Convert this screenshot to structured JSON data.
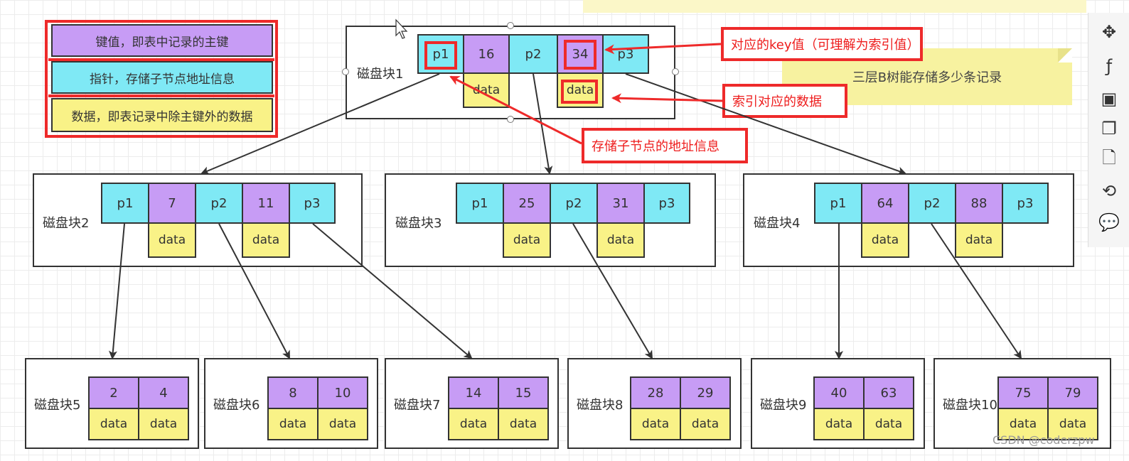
{
  "legend": [
    {
      "text": "键值，即表中记录的主键",
      "color": "#c79cf5"
    },
    {
      "text": "指针，存储子节点地址信息",
      "color": "#7fe9f5"
    },
    {
      "text": "数据，即表记录中除主键外的数据",
      "color": "#f9f287"
    }
  ],
  "note": "三层B树能存储多少条记录",
  "annotations": {
    "key": "对应的key值（可理解为索引值）",
    "data": "索引对应的数据",
    "pointer": "存储子节点的地址信息"
  },
  "root": {
    "label": "磁盘块1",
    "cells": [
      "p1",
      "16",
      "p2",
      "34",
      "p3"
    ],
    "data": [
      "data",
      "data"
    ]
  },
  "level2": [
    {
      "label": "磁盘块2",
      "cells": [
        "p1",
        "7",
        "p2",
        "11",
        "p3"
      ],
      "data": [
        "data",
        "data"
      ]
    },
    {
      "label": "磁盘块3",
      "cells": [
        "p1",
        "25",
        "p2",
        "31",
        "p3"
      ],
      "data": [
        "data",
        "data"
      ]
    },
    {
      "label": "磁盘块4",
      "cells": [
        "p1",
        "64",
        "p2",
        "88",
        "p3"
      ],
      "data": [
        "data",
        "data"
      ]
    }
  ],
  "leaves": [
    {
      "label": "磁盘块5",
      "keys": [
        "2",
        "4"
      ],
      "data": [
        "data",
        "data"
      ]
    },
    {
      "label": "磁盘块6",
      "keys": [
        "8",
        "10"
      ],
      "data": [
        "data",
        "data"
      ]
    },
    {
      "label": "磁盘块7",
      "keys": [
        "14",
        "15"
      ],
      "data": [
        "data",
        "data"
      ]
    },
    {
      "label": "磁盘块8",
      "keys": [
        "28",
        "29"
      ],
      "data": [
        "data",
        "data"
      ]
    },
    {
      "label": "磁盘块9",
      "keys": [
        "40",
        "63"
      ],
      "data": [
        "data",
        "data"
      ]
    },
    {
      "label": "磁盘块10",
      "keys": [
        "75",
        "79"
      ],
      "data": [
        "data",
        "data"
      ]
    }
  ],
  "watermark": "CSDN @coderzpw",
  "toolbar": [
    {
      "icon": "crosshair-icon",
      "glyph": "✥"
    },
    {
      "icon": "function-icon",
      "glyph": "ƒ"
    },
    {
      "icon": "calendar-icon",
      "glyph": "▣"
    },
    {
      "icon": "pages-icon",
      "glyph": "❐"
    },
    {
      "icon": "page-icon",
      "glyph": "🗋"
    },
    {
      "icon": "history-icon",
      "glyph": "⟲"
    },
    {
      "icon": "comment-icon",
      "glyph": "💬"
    }
  ]
}
